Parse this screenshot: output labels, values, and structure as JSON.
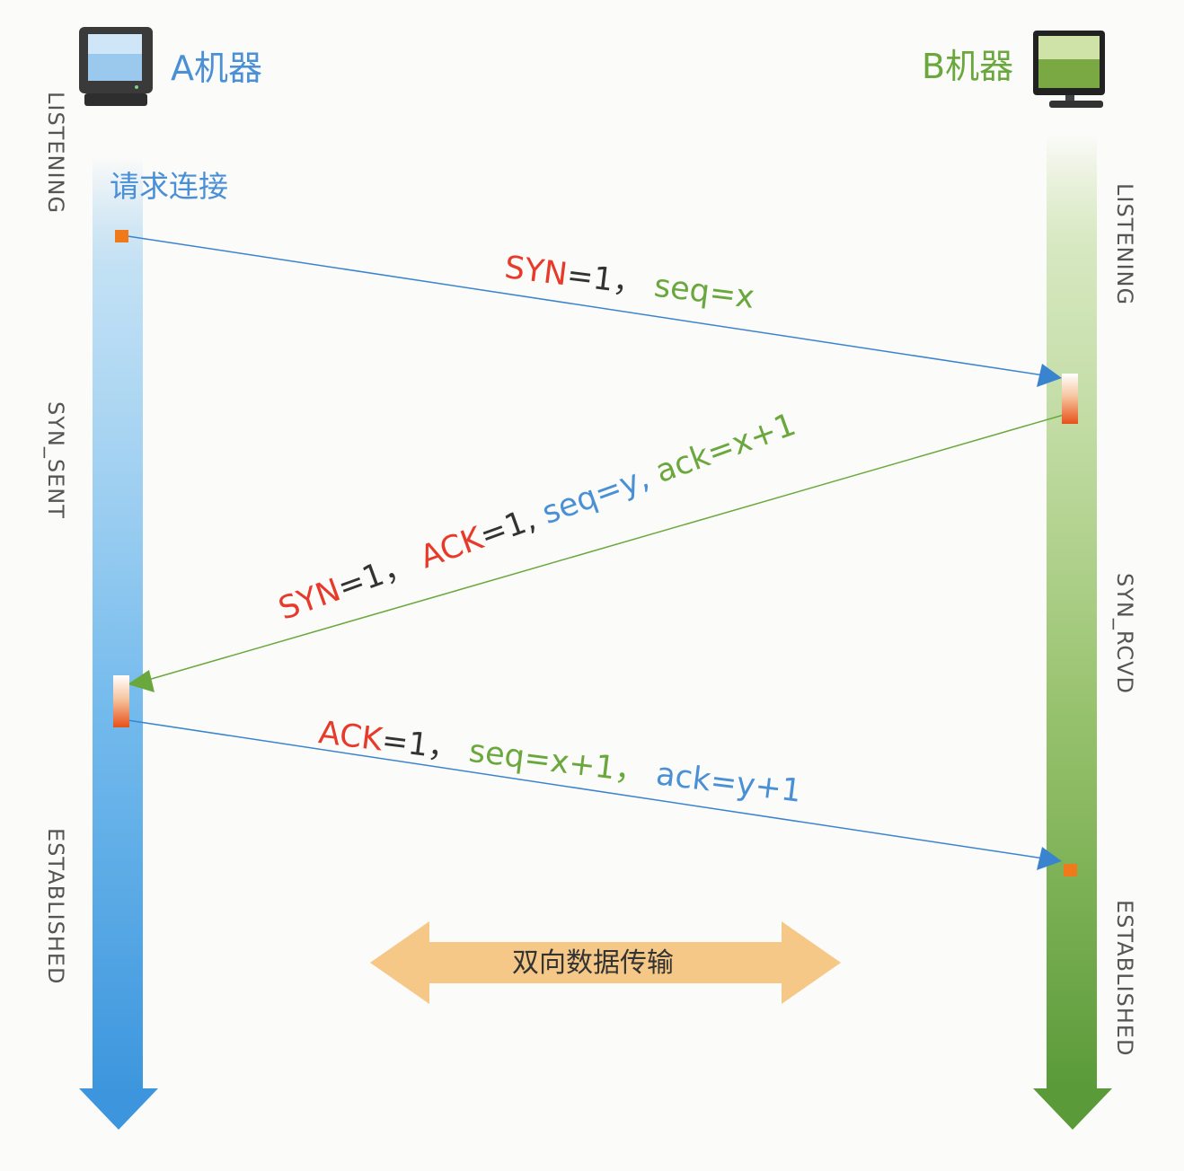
{
  "machine_a": {
    "label": "A机器",
    "states": {
      "listening": "LISTENING",
      "syn_sent": "SYN_SENT",
      "established": "ESTABLISHED"
    },
    "request_label": "请求连接"
  },
  "machine_b": {
    "label": "B机器",
    "states": {
      "listening": "LISTENING",
      "syn_rcvd": "SYN_RCVD",
      "established": "ESTABLISHED"
    }
  },
  "messages": {
    "m1": {
      "syn": "SYN",
      "syn_val": "=1，",
      "seq": "seq=x"
    },
    "m2": {
      "syn": "SYN",
      "syn_val": "=1，",
      "ack": "ACK",
      "ack_val": "=1,",
      "seq": "seq=y,",
      "ack_num": "ack=x+1"
    },
    "m3": {
      "ack": "ACK",
      "ack_val": "=1，",
      "seq": "seq=x+1，",
      "ack_num": "ack=y+1"
    }
  },
  "data_transfer": {
    "label": "双向数据传输"
  },
  "colors": {
    "machine_a": "#4a90d6",
    "machine_b": "#6aa83e",
    "flag": "#e83a2a",
    "marker": "#f07a1a",
    "data_arrow": "#f5c887"
  },
  "icons": {
    "machine_a": "crt-monitor-icon",
    "machine_b": "lcd-monitor-icon"
  }
}
